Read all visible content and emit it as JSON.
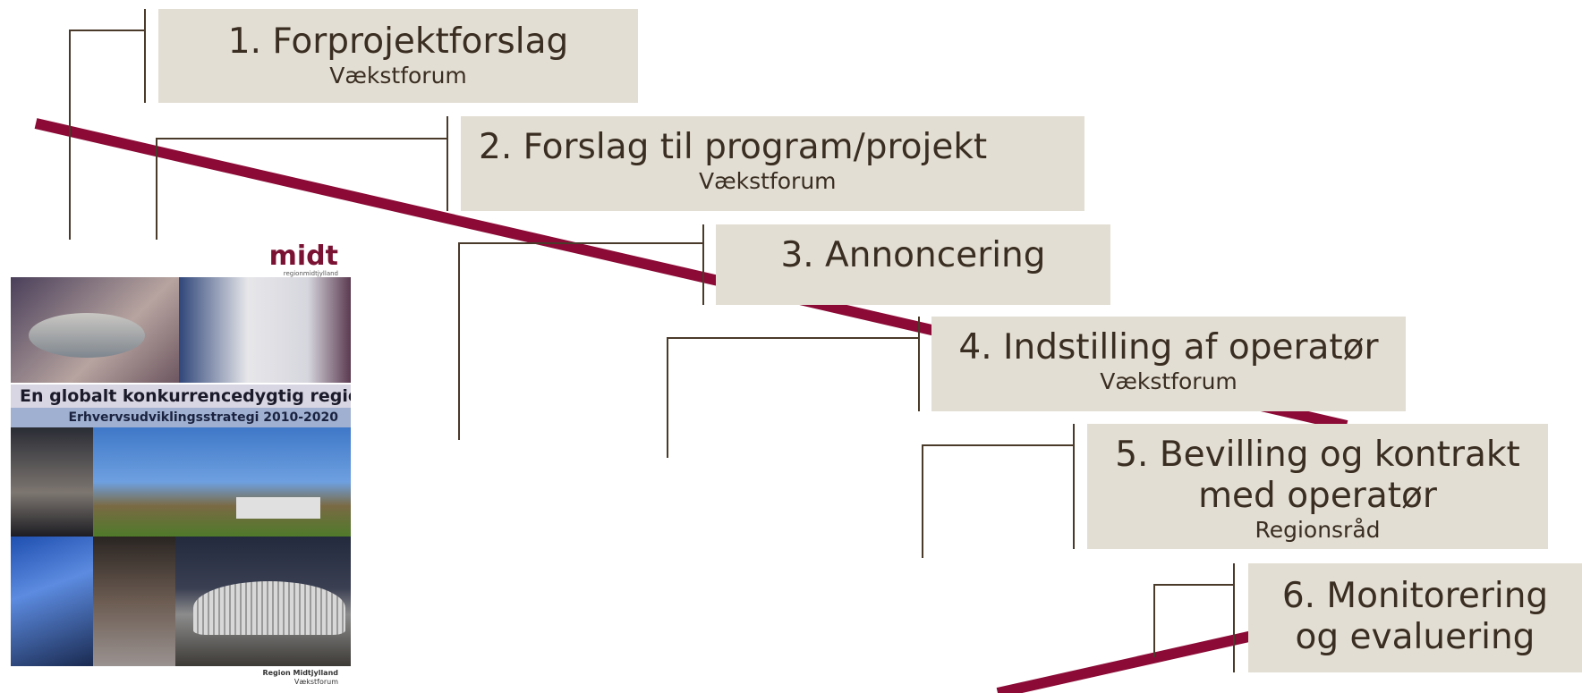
{
  "steps": [
    {
      "title": "1. Forprojektforslag",
      "sub": "Vækstforum"
    },
    {
      "title": "2. Forslag til program/projekt",
      "sub": "Vækstforum"
    },
    {
      "title": "3. Annoncering",
      "sub": ""
    },
    {
      "title": "4. Indstilling af operatør",
      "sub": "Vækstforum"
    },
    {
      "title": "5. Bevilling og kontrakt\nmed operatør",
      "sub": "Regionsråd"
    },
    {
      "title": "6. Monitorering\nog evaluering",
      "sub": ""
    }
  ],
  "brochure": {
    "logo_main": "midt",
    "logo_sub": "regionmidtjylland",
    "title": "En globalt konkurrencedygtig region",
    "subtitle": "Erhvervsudviklingsstrategi 2010-2020",
    "footer_line1": "Region Midtjylland",
    "footer_line2": "Vækstforum"
  },
  "colors": {
    "box_fill": "#e3ded3",
    "text": "#3a2d21",
    "accent_line": "#8b0a36",
    "connector": "#4a3a2a"
  }
}
